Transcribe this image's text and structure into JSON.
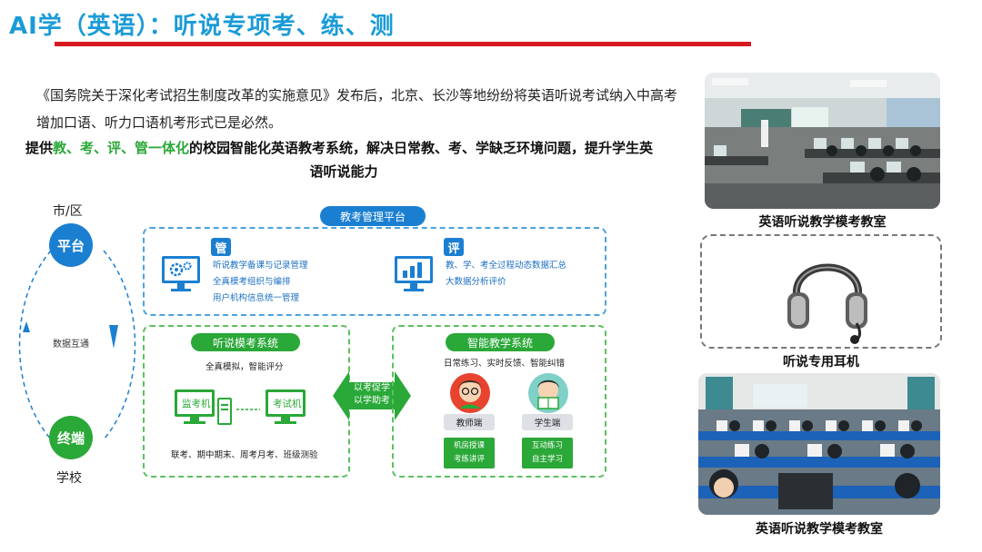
{
  "title": "AI学（英语）：听说专项考、练、测",
  "intro": {
    "line1": "《国务院关于深化考试招生制度改革的实施意见》发布后，北京、长沙等地纷纷将英语听说考试纳入中高考",
    "line2": "增加口语、听力口语机考形式已是必然。",
    "highlight": {
      "pre": "提供",
      "green": "教、考、评、管一体化",
      "post": "的校园智能化英语教考系统，解决日常教、考、学缺乏环境问题，提升学生英",
      "line2": "语听说能力"
    }
  },
  "cycle": {
    "top_label": "市/区",
    "bottom_label": "学校",
    "platform": "平台",
    "terminal": "终端",
    "exchange": "数据互通"
  },
  "platform": {
    "title": "教考管理平台",
    "manage": {
      "tag": "管",
      "items": [
        "听说教学备课与记录管理",
        "全真模考组织与编排",
        "用户机构信息统一管理"
      ]
    },
    "evaluate": {
      "tag": "评",
      "items": [
        "教、学、考全过程动态数据汇总",
        "大数据分析评价"
      ]
    }
  },
  "mock_system": {
    "title": "听说模考系统",
    "caption": "全真模拟，智能评分",
    "monitor_label": "监考机",
    "exam_label": "考试机",
    "exam_types": "联考、期中期末、周考月考、班级测验"
  },
  "arrow": {
    "line1": "以考促学",
    "line2": "以学助考"
  },
  "smart_system": {
    "title": "智能教学系统",
    "caption": "日常练习、实时反馈、智能纠错",
    "teacher": {
      "label": "教师端",
      "feat1": "机房授课",
      "feat2": "考练讲评"
    },
    "student": {
      "label": "学生端",
      "feat1": "互动练习",
      "feat2": "自主学习"
    }
  },
  "photos": {
    "caption1": "英语听说教学模考教室",
    "caption2": "听说专用耳机",
    "caption3": "英语听说教学模考教室"
  },
  "colors": {
    "title_blue": "#1a9bd7",
    "accent_red": "#d71920",
    "blue": "#1b7fd1",
    "green": "#2aa838"
  }
}
